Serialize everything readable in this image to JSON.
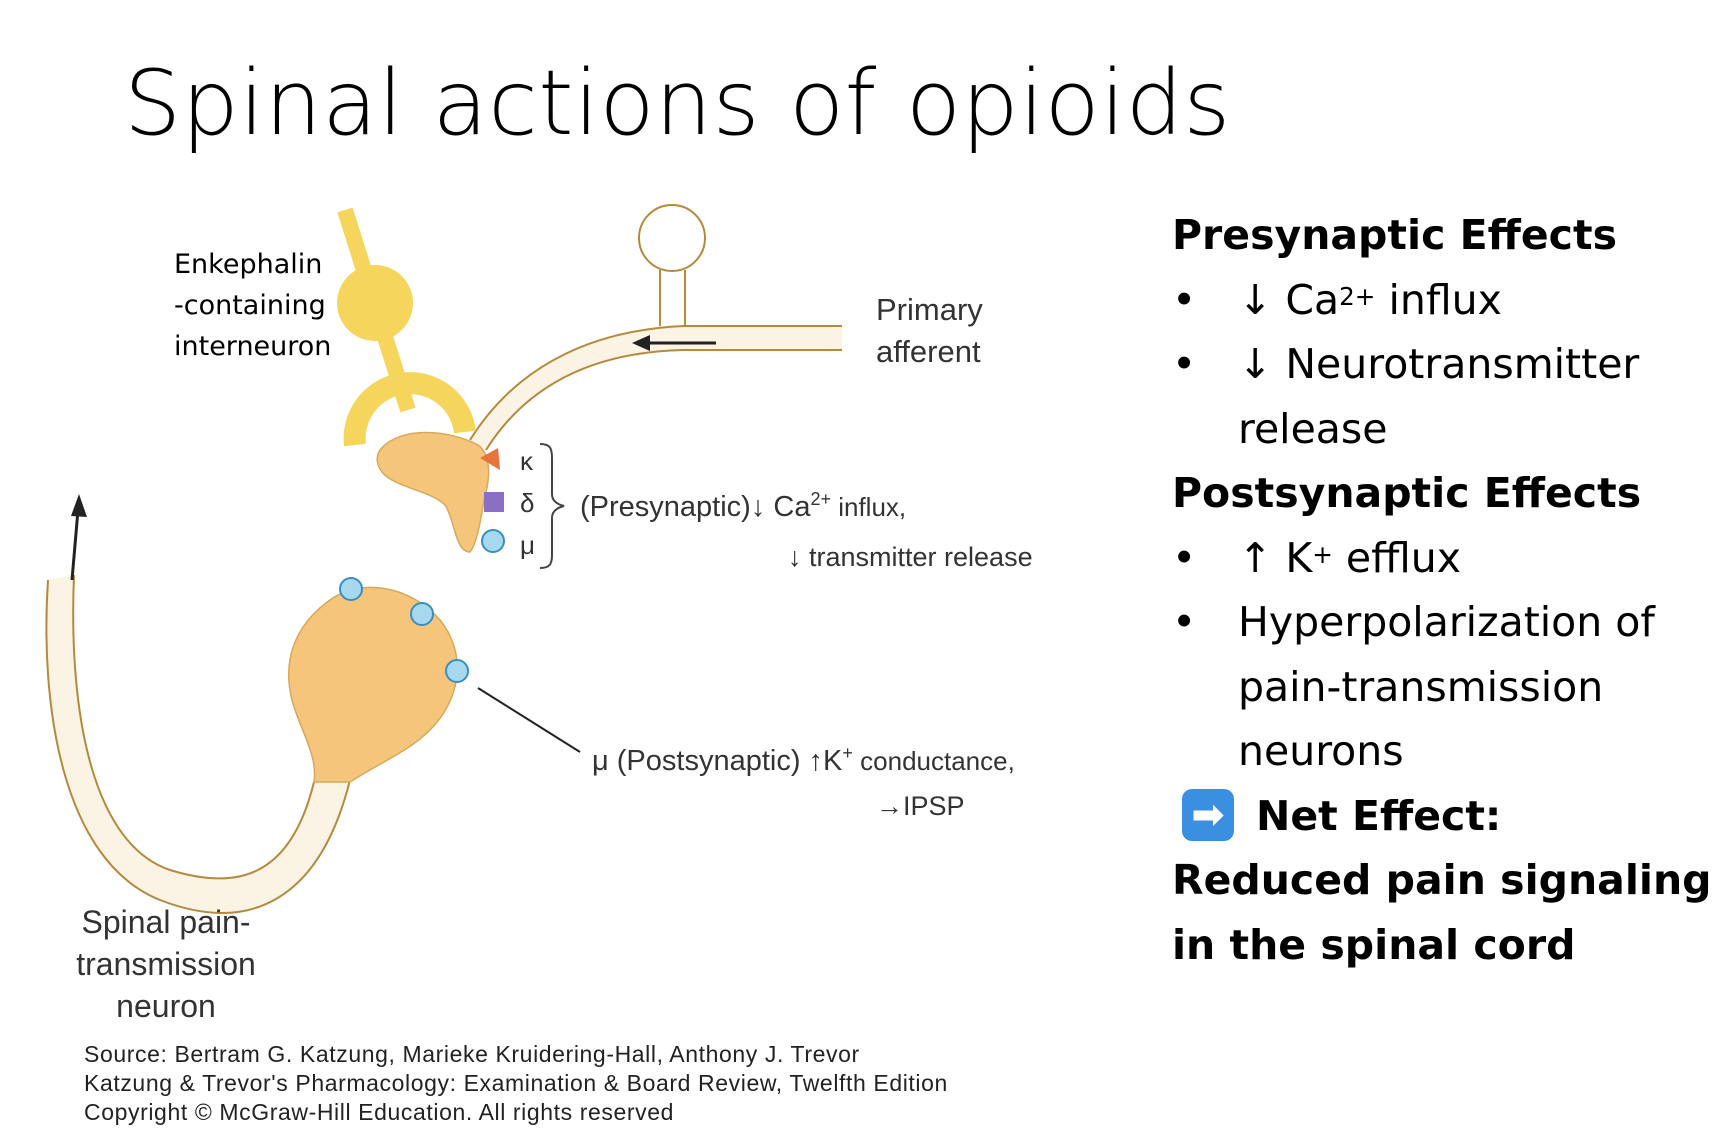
{
  "title": "Spinal actions of opioids",
  "diagram": {
    "enkephalin_label": [
      "Enkephalin",
      "-containing",
      "interneuron"
    ],
    "primary_afferent_label": [
      "Primary",
      "afferent"
    ],
    "receptors": [
      "κ",
      "δ",
      "μ"
    ],
    "presynaptic_line1_prefix": "(Presynaptic)↓ Ca",
    "presynaptic_line1_sup": "2+",
    "presynaptic_line1_suffix": " influx,",
    "presynaptic_line2": "↓ transmitter release",
    "postsynaptic_line1_prefix": "μ (Postsynaptic) ↑K",
    "postsynaptic_line1_sup": "+",
    "postsynaptic_line1_suffix": " conductance,",
    "postsynaptic_line2": "→IPSP",
    "spinal_neuron_label": [
      "Spinal pain-",
      "transmission",
      "neuron"
    ],
    "colors": {
      "neuron_fill": "#f5c57c",
      "enkephalin": "#f6d55c",
      "outline": "#b58a3c",
      "kappa": "#e8743b",
      "delta": "#8b6fc4",
      "mu": "#a6d8ef"
    }
  },
  "source": [
    "Source: Bertram G. Katzung, Marieke Kruidering-Hall, Anthony J. Trevor",
    "Katzung & Trevor's Pharmacology: Examination & Board Review, Twelfth Edition",
    "Copyright © McGraw-Hill Education. All rights reserved"
  ],
  "effects": {
    "presynaptic_heading": "Presynaptic Effects",
    "pre_bullet1_prefix": "↓ Ca",
    "pre_bullet1_sup": "2+",
    "pre_bullet1_suffix": " influx",
    "pre_bullet2": "↓ Neurotransmitter release",
    "postsynaptic_heading": "Postsynaptic Effects",
    "post_bullet1_prefix": "↑ K",
    "post_bullet1_sup": "+",
    "post_bullet1_suffix": " efflux",
    "post_bullet2": "Hyperpolarization of pain-transmission neurons",
    "bullet_symbol": "•",
    "net_icon": "➡",
    "net_label": "Net Effect:",
    "net_text": "Reduced pain signaling in the spinal cord"
  }
}
